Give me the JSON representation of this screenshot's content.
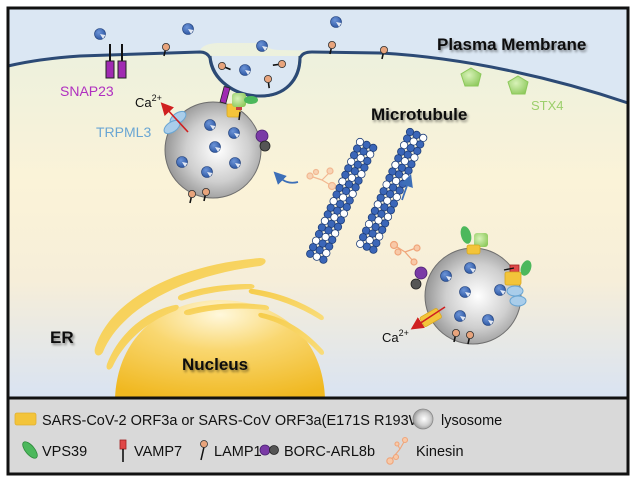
{
  "diagram": {
    "title_labels": {
      "plasma_membrane": "Plasma Membrane",
      "microtubule": "Microtubule",
      "er": "ER",
      "nucleus": "Nucleus"
    },
    "protein_labels": {
      "snap23": "SNAP23",
      "trpml3": "TRPML3",
      "stx4": "STX4",
      "calcium_top": "Ca",
      "calcium_top_sup": "2+",
      "calcium_bottom": "Ca",
      "calcium_bottom_sup": "2+"
    },
    "colors": {
      "extracellular": "#dce8f4",
      "cytoplasm_top": "#e9f1df",
      "cytoplasm_mid": "#fbf3d9",
      "cytoplasm_bottom": "#dde6f3",
      "membrane": "#2c4a75",
      "snap23": "#a02ab2",
      "trpml3": "#6aa6d3",
      "stx4": "#9ccf6c",
      "orf3a": "#f3c43a",
      "vps39": "#4cb85c",
      "vamp7": "#e04848",
      "lamp1": "#e8a47c",
      "borc": "#7a3aa6",
      "arl8b": "#555555",
      "kinesin": "#f0a57a",
      "cargo": "#3766b4",
      "nucleus": "#f5c43a",
      "calcium_arrow": "#d02020",
      "legend_bg": "#d9d9d9"
    }
  },
  "legend": {
    "row1": [
      {
        "icon": "orf3a-rect-icon",
        "label": "SARS-CoV-2 ORF3a or SARS-CoV ORF3a(E171S R193W)"
      },
      {
        "icon": "lysosome-sphere-icon",
        "label": "lysosome"
      }
    ],
    "row2": [
      {
        "icon": "vps39-oval-icon",
        "label": "VPS39"
      },
      {
        "icon": "vamp7-pin-icon",
        "label": "VAMP7"
      },
      {
        "icon": "lamp1-lollipop-icon",
        "label": "LAMP1"
      },
      {
        "icon": "borc-arl8b-dimer-icon",
        "label": "BORC-ARL8b"
      },
      {
        "icon": "kinesin-icon",
        "label": "Kinesin"
      }
    ]
  }
}
